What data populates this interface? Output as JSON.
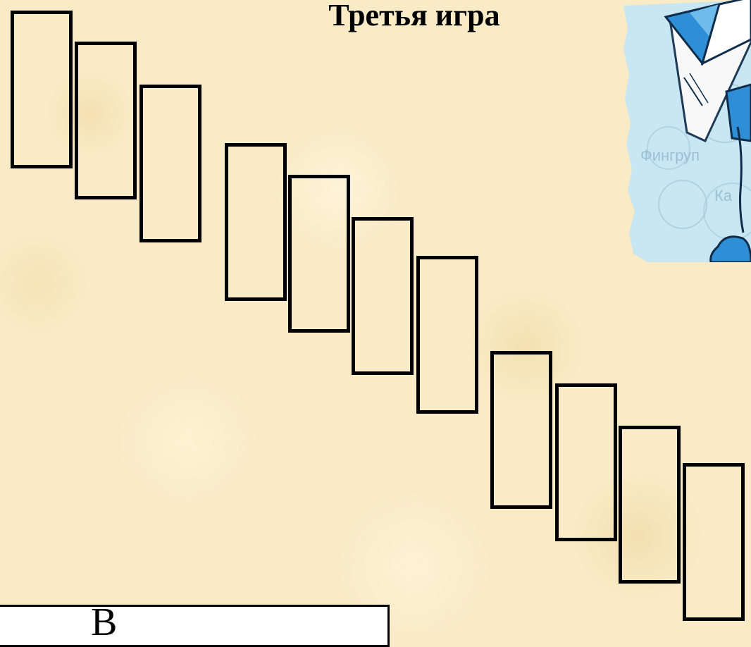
{
  "slide": {
    "title": "Третья игра",
    "background_color": "#f9ebc6"
  },
  "cards": {
    "count": 11,
    "groups": [
      3,
      4,
      4
    ],
    "border_color": "#000000"
  },
  "illustration": {
    "subject": "blue-pencil-character",
    "colors": {
      "blue": "#2f8fd6",
      "light_blue": "#bfe0f0",
      "skin": "#f6dccb"
    },
    "partial_text": [
      "Фингруп",
      "Ка"
    ]
  },
  "answer_box": {
    "text": "В"
  }
}
